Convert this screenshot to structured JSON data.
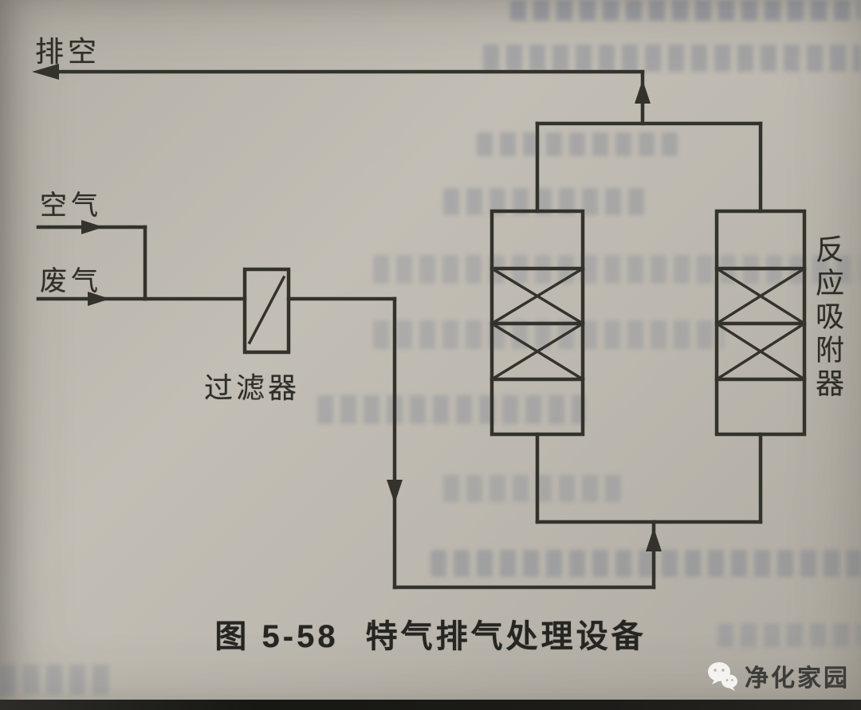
{
  "page": {
    "background": "#b9b5ac",
    "ink_color": "#34322c"
  },
  "figure": {
    "number": "图 5-58",
    "title": "特气排气处理设备"
  },
  "diagram": {
    "labels": {
      "vent": "排空",
      "air": "空气",
      "waste_gas": "废气",
      "filter": "过滤器",
      "adsorber": "反应吸附器"
    }
  },
  "watermark": {
    "text": "净化家园"
  }
}
